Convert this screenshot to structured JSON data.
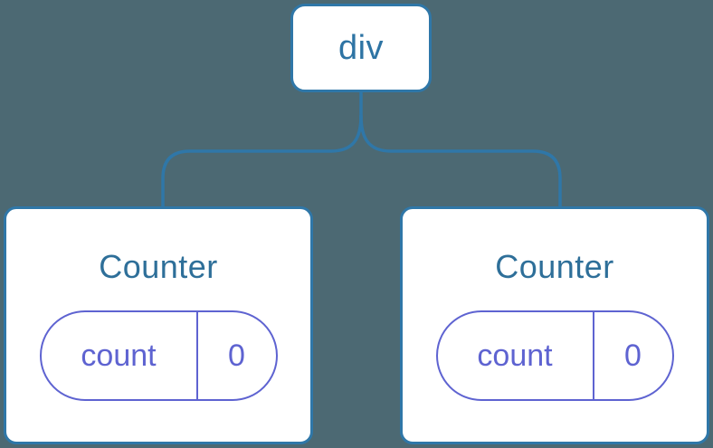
{
  "diagram": {
    "description": "Component tree diagram: a root div element with two Counter component children, each owning an independent count state of 0",
    "colors": {
      "background": "#4c6973",
      "node_border": "#2f77a8",
      "connector_line": "#2f77a8",
      "root_label_text": "#2e74a4",
      "component_title_text": "#2e6f99",
      "state_accent": "#5e63d1",
      "node_fill": "#ffffff"
    },
    "root": {
      "label": "div"
    },
    "children": [
      {
        "title": "Counter",
        "state": {
          "key": "count",
          "value": "0"
        }
      },
      {
        "title": "Counter",
        "state": {
          "key": "count",
          "value": "0"
        }
      }
    ]
  }
}
